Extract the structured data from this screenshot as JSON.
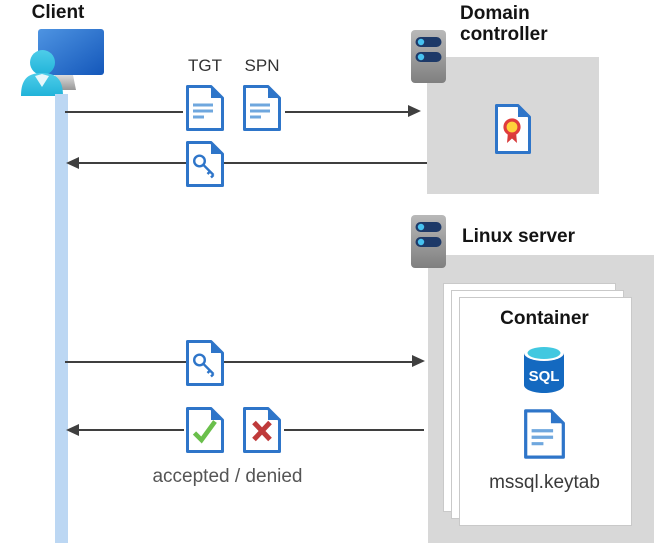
{
  "titles": {
    "client": "Client",
    "domain_controller": "Domain controller",
    "linux_server": "Linux server",
    "container": "Container"
  },
  "flow": {
    "request_labels": [
      "TGT",
      "SPN"
    ],
    "response_caption": "accepted / denied"
  },
  "container_contents": {
    "sql_label": "SQL",
    "keytab_file": "mssql.keytab"
  },
  "icons": {
    "client": "user-at-monitor-icon",
    "domain_controller": "server-icon",
    "linux_server": "server-icon",
    "certificate": "certificate-document-icon",
    "ticket": "ticket-document-icon",
    "key": "key-document-icon",
    "accepted": "check-document-icon",
    "denied": "cross-document-icon",
    "sql": "sql-database-icon",
    "keytab": "document-icon"
  },
  "colors": {
    "doc_blue": "#2e75c9",
    "doc_line_blue": "#6fa7de",
    "panel_gray": "#d8d8d8",
    "arrow_gray": "#3f3f3f",
    "lifeline_blue": "#bcd7f3",
    "check_green": "#6abf4b",
    "cross_red": "#bf3a3a",
    "seal_red": "#e03c3c",
    "seal_yellow": "#ffd23b",
    "sql_body_blue": "#1469c0",
    "sql_top_cyan": "#41c8e0",
    "server_bar_navy": "#1d3968",
    "server_dot_cyan": "#47c2f0",
    "person_cyan": "#2fc0e0"
  }
}
